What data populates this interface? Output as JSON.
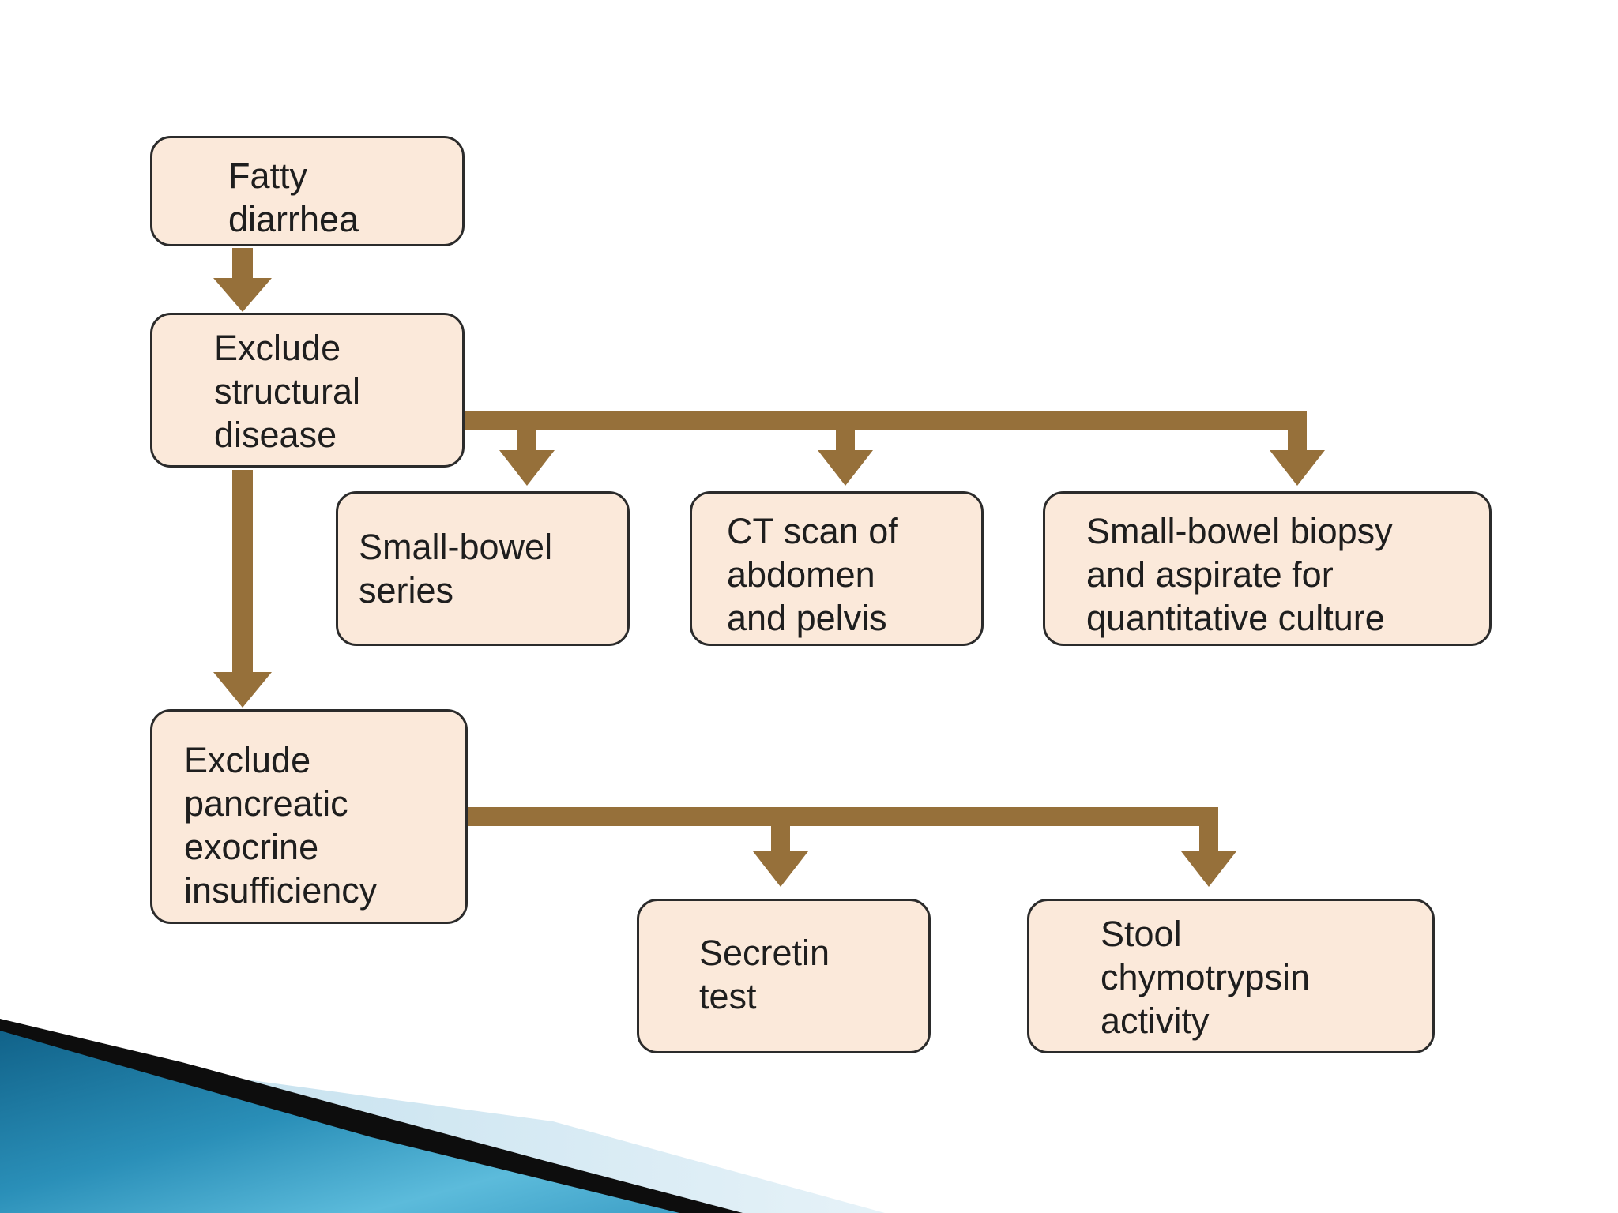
{
  "colors": {
    "background": "#ffffff",
    "box_fill": "#fbe9da",
    "box_border": "#2b2b2b",
    "arrow": "#96703a",
    "text": "#1e1e1e",
    "ribbon_dark": "#0d0d0d",
    "ribbon_blue_1": "#0f5f86",
    "ribbon_blue_2": "#5cbbdb",
    "ribbon_pale": "#cfe7f2"
  },
  "nodes": {
    "fatty_diarrhea": "Fatty\ndiarrhea",
    "exclude_structural": "Exclude\nstructural\ndisease",
    "small_bowel_series": "Small-bowel\nseries",
    "ct_scan": "CT scan of\nabdomen\nand pelvis",
    "biopsy": "Small-bowel biopsy\nand aspirate for\nquantitative culture",
    "exclude_pancreatic": "Exclude\npancreatic\nexocrine\ninsufficiency",
    "secretin": "Secretin\ntest",
    "stool": "Stool\nchymotrypsin\nactivity"
  }
}
